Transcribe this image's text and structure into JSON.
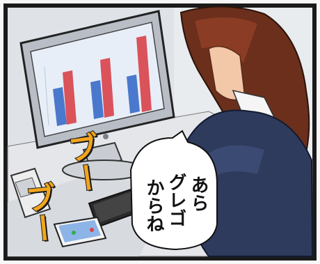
{
  "panel": {
    "sfx": [
      "ブー",
      "ブー"
    ],
    "speech": {
      "lines": [
        "あら",
        "グレゴ",
        "からね"
      ]
    },
    "colors": {
      "sfx": "#f2a51c",
      "outline": "#1a1a1a",
      "bar_red": "#d9424a",
      "bar_blue": "#3a6cc8",
      "jacket": "#2f3b5c",
      "hair": "#6b2f1c"
    },
    "monitor_chart": {
      "type": "bar",
      "groups": 3,
      "series_colors": [
        "#3a6cc8",
        "#d9424a"
      ]
    }
  }
}
